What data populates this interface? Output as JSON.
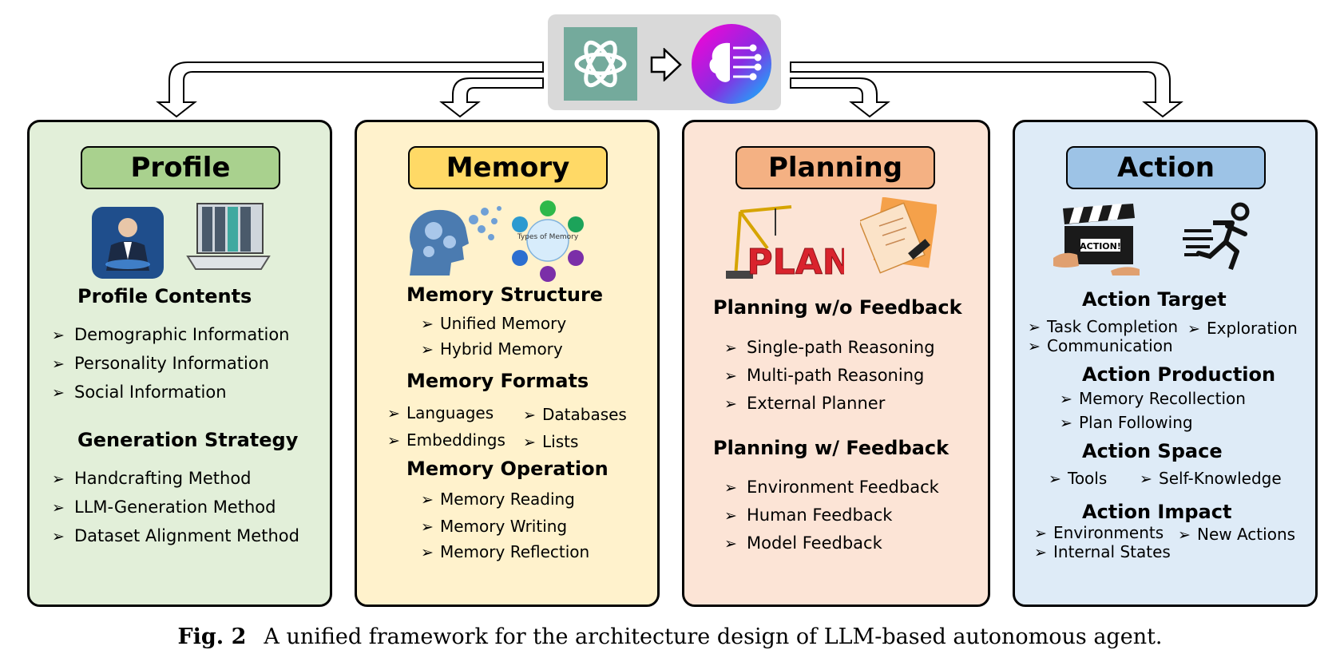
{
  "panels": {
    "profile": {
      "title": "Profile",
      "sections": [
        {
          "heading": "Profile Contents",
          "items": [
            "Demographic  Information",
            "Personality Information",
            "Social Information"
          ]
        },
        {
          "heading": "Generation Strategy",
          "items": [
            "Handcrafting Method",
            "LLM-Generation Method",
            "Dataset  Alignment Method"
          ]
        }
      ]
    },
    "memory": {
      "title": "Memory",
      "image_text": "Types of Memory",
      "sections": [
        {
          "heading": "Memory Structure",
          "items": [
            "Unified Memory",
            "Hybrid Memory"
          ]
        },
        {
          "heading": "Memory Formats",
          "items": [
            "Languages",
            "Databases",
            "Embeddings",
            "Lists"
          ]
        },
        {
          "heading": "Memory Operation",
          "items": [
            "Memory Reading",
            "Memory Writing",
            "Memory Reflection"
          ]
        }
      ]
    },
    "planning": {
      "title": "Planning",
      "image_text": "PLAN",
      "sections": [
        {
          "heading": "Planning w/o Feedback",
          "items": [
            "Single-path Reasoning",
            "Multi-path Reasoning",
            "External Planner"
          ]
        },
        {
          "heading": "Planning w/ Feedback",
          "items": [
            "Environment Feedback",
            "Human Feedback",
            "Model Feedback"
          ]
        }
      ]
    },
    "action": {
      "title": "Action",
      "image_text": "ACTION!",
      "sections": [
        {
          "heading": "Action Target",
          "items": [
            "Task Completion",
            "Exploration",
            "Communication"
          ]
        },
        {
          "heading": "Action Production",
          "items": [
            "Memory Recollection",
            "Plan Following"
          ]
        },
        {
          "heading": "Action Space",
          "items": [
            "Tools",
            "Self-Knowledge"
          ]
        },
        {
          "heading": "Action Impact",
          "items": [
            "Environments",
            "New Actions",
            "Internal States"
          ]
        }
      ]
    }
  },
  "caption": {
    "label": "Fig. 2",
    "text": "A unified framework for the architecture design of LLM-based autonomous agent."
  },
  "icons": {
    "bullet": "arrowhead-bullet",
    "hub": [
      "openai-logo-icon",
      "right-arrow-icon",
      "ai-brain-icon"
    ]
  },
  "colors": {
    "profile_bg": "#e2efd9",
    "profile_title": "#a9d18e",
    "memory_bg": "#fff2cc",
    "memory_title": "#ffd966",
    "planning_bg": "#fce4d6",
    "planning_title": "#f4b183",
    "action_bg": "#deebf7",
    "action_title": "#9dc3e6"
  }
}
